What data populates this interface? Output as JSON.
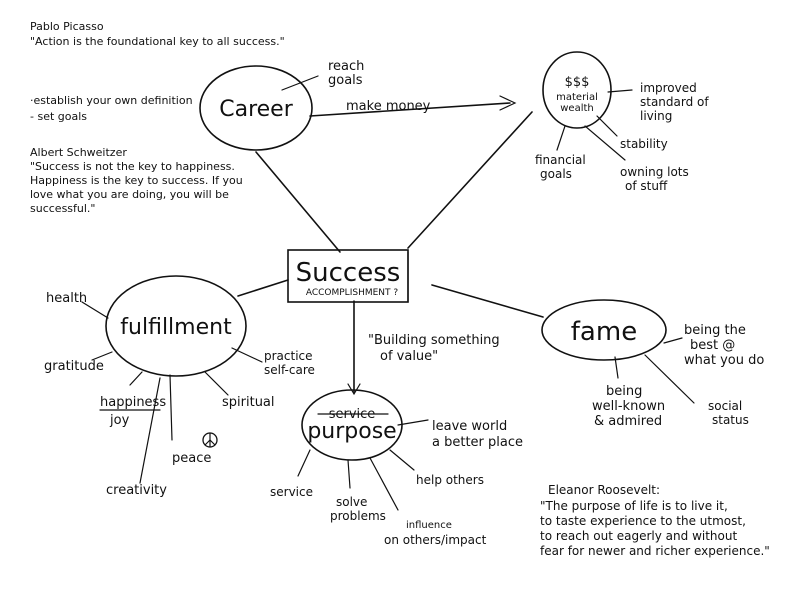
{
  "center": {
    "title": "Success",
    "subtitle": "ACCOMPLISHMENT ?"
  },
  "nodes": {
    "career": "Career",
    "material_wealth": {
      "symbols": "$$$",
      "line1": "material",
      "line2": "wealth"
    },
    "fulfillment": "fulfillment",
    "fame": "fame",
    "purpose": {
      "crossed": "service",
      "label": "purpose"
    }
  },
  "edge_labels": {
    "make_money": "make money",
    "reach_goals": [
      "reach",
      "goals"
    ]
  },
  "wealth_branches": {
    "improved": [
      "improved",
      "standard of",
      "living"
    ],
    "financial": [
      "financial",
      "goals"
    ],
    "stability": "stability",
    "owning": [
      "owning lots",
      "of stuff"
    ]
  },
  "fulfillment_branches": {
    "health": "health",
    "gratitude": "gratitude",
    "happiness": "happiness",
    "joy": "joy",
    "peace": "peace",
    "creativity": "creativity",
    "spiritual": "spiritual",
    "self_care": [
      "practice",
      "self-care"
    ]
  },
  "fame_branches": {
    "best": [
      "being the",
      "best @",
      "what you do"
    ],
    "well_known": [
      "being",
      "well-known",
      "& admired"
    ],
    "social": [
      "social",
      "status"
    ]
  },
  "purpose_branches": {
    "leave_world": [
      "leave world",
      "a better place"
    ],
    "help": "help others",
    "service": "service",
    "solve": [
      "solve",
      "problems"
    ],
    "influence": [
      "influence",
      "on others/impact"
    ]
  },
  "building": [
    "\"Building something",
    "of value\""
  ],
  "picasso": {
    "name": "Pablo Picasso",
    "quote": "\"Action is the foundational key to all success.\""
  },
  "definition_notes": [
    "·establish your own definition",
    "- set goals"
  ],
  "schweitzer": {
    "name": "Albert Schweitzer",
    "lines": [
      "\"Success is not the key to happiness.",
      "Happiness is the key to success. If you",
      "love what you are doing, you will be",
      "successful.\""
    ]
  },
  "roosevelt": {
    "name": "Eleanor Roosevelt:",
    "lines": [
      "\"The purpose of life is to live it,",
      "to taste experience to the utmost,",
      "to reach out eagerly and without",
      "fear for newer and richer experience.\""
    ]
  }
}
